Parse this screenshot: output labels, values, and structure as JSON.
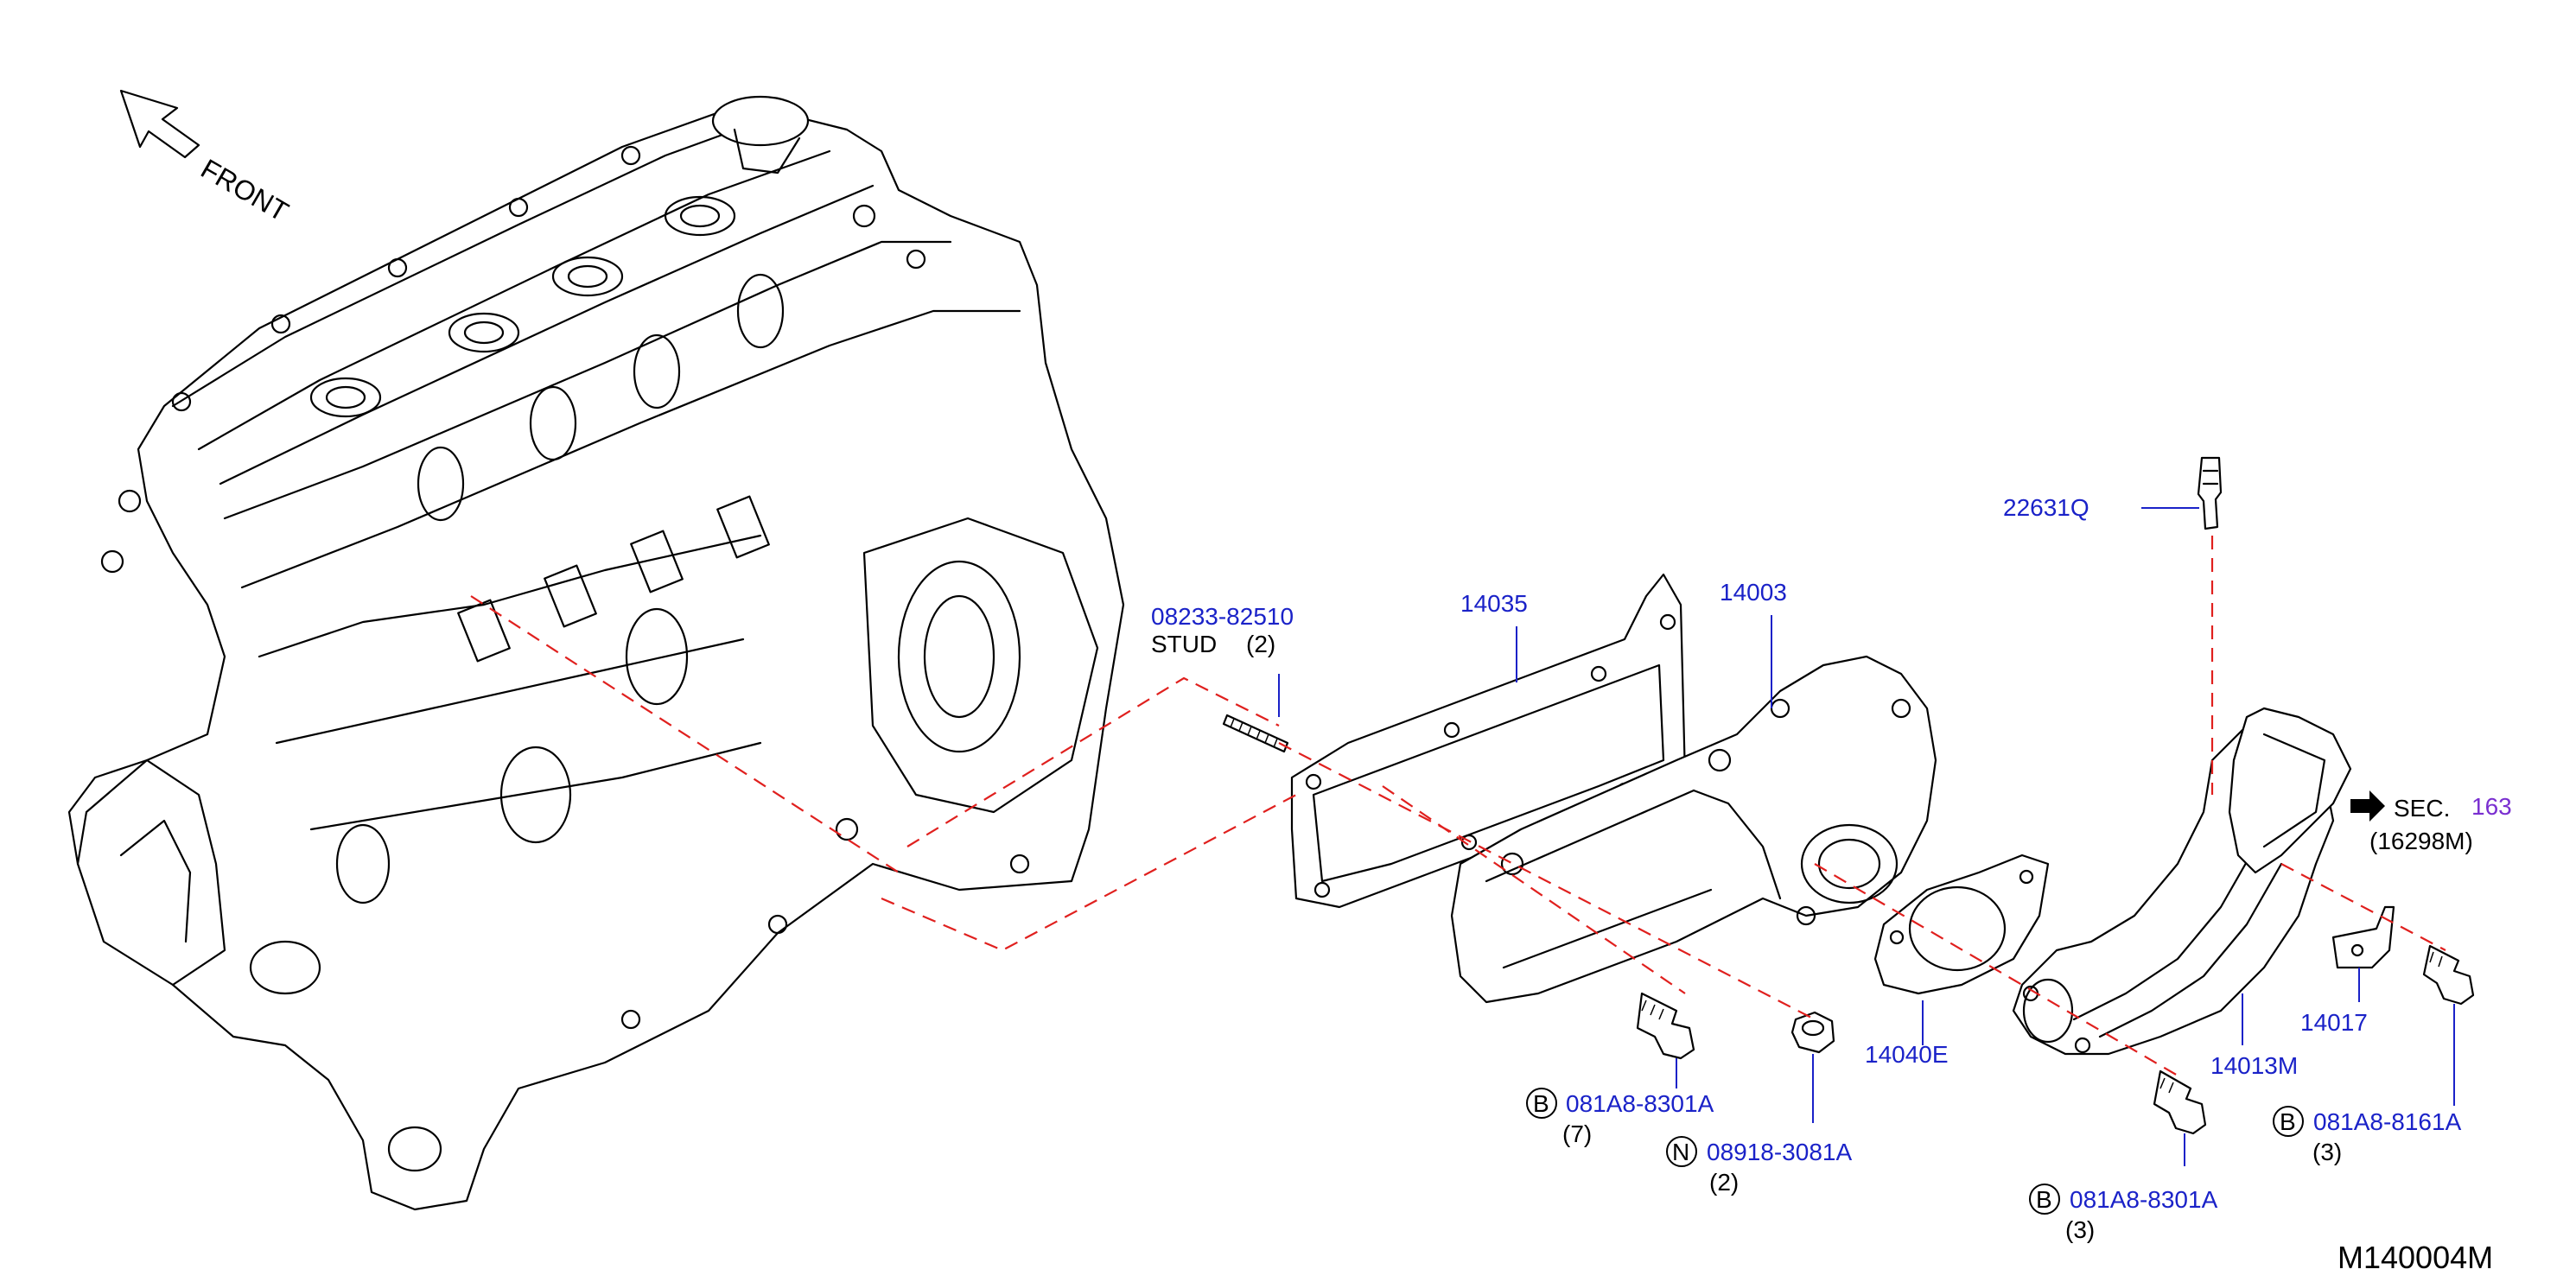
{
  "diagram": {
    "front_label": "FRONT",
    "diagram_code": "M140004M",
    "colors": {
      "part_number": "#1a22c8",
      "section_number": "#7a2fd0",
      "dashed_line": "#e0201e",
      "outline": "#000000"
    },
    "labels": {
      "stud_pn": "08233-82510",
      "stud_name": "STUD",
      "stud_qty": "(2)",
      "p14035": "14035",
      "p14003": "14003",
      "p22631q": "22631Q",
      "sec_prefix": "SEC.",
      "sec_number": "163",
      "sec_ref": "(16298M)",
      "p14040e": "14040E",
      "p14017": "14017",
      "p14013m": "14013M",
      "b1_mark": "B",
      "b1_pn": "081A8-8301A",
      "b1_qty": "(7)",
      "n1_mark": "N",
      "n1_pn": "08918-3081A",
      "n1_qty": "(2)",
      "b2_mark": "B",
      "b2_pn": "081A8-8301A",
      "b2_qty": "(3)",
      "b3_mark": "B",
      "b3_pn": "081A8-8161A",
      "b3_qty": "(3)"
    }
  }
}
